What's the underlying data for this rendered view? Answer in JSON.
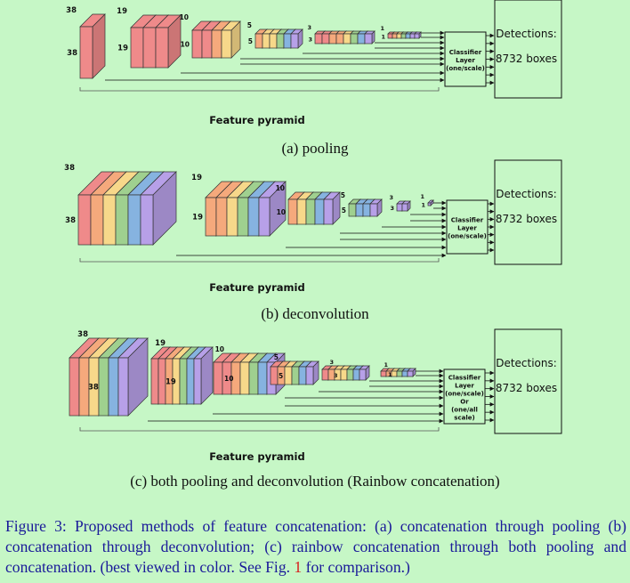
{
  "palette": [
    "#ef8a8a",
    "#f5a97c",
    "#f7d88a",
    "#9fd08f",
    "#86b3e0",
    "#b7a0e8"
  ],
  "common": {
    "classifier": [
      "Classifier",
      "Layer",
      "(one/scale)"
    ],
    "classifier_c": [
      "Classifier",
      "Layer",
      "(one/scale)",
      "Or",
      "(one/all",
      "scale)"
    ],
    "detections_title": "Detections:",
    "detections_count": "8732 boxes",
    "pyramid_label": "Feature pyramid"
  },
  "panels": [
    {
      "id": "a",
      "caption": "(a) pooling",
      "blocks": [
        {
          "top": "38",
          "side": "38"
        },
        {
          "top": "19",
          "side": "19"
        },
        {
          "top": "10",
          "side": "10"
        },
        {
          "top": "5",
          "side": "5"
        },
        {
          "top": "3",
          "side": "3"
        },
        {
          "top": "1",
          "side": "1"
        }
      ]
    },
    {
      "id": "b",
      "caption": "(b) deconvolution",
      "blocks": [
        {
          "top": "38",
          "side": "38"
        },
        {
          "top": "19",
          "side": "19"
        },
        {
          "top": "10",
          "side": "10"
        },
        {
          "top": "5",
          "side": "5"
        },
        {
          "top": "3",
          "side": "3"
        },
        {
          "top": "1",
          "side": "1"
        }
      ]
    },
    {
      "id": "c",
      "caption": "(c) both pooling and deconvolution (Rainbow concatenation)",
      "blocks": [
        {
          "top": "38",
          "side": "38"
        },
        {
          "top": "19",
          "side": "19"
        },
        {
          "top": "10",
          "side": "10"
        },
        {
          "top": "5",
          "side": "5"
        },
        {
          "top": "3",
          "side": "3"
        },
        {
          "top": "1",
          "side": "1"
        }
      ]
    }
  ],
  "figure_caption": {
    "text_before": "Figure 3: Proposed methods of feature concatenation: (a) concatenation through pooling (b) concatenation through deconvolution; (c) rainbow concatenation through both pooling and concatenation. (best viewed in color. See Fig. ",
    "ref": "1",
    "text_after": " for comparison.)"
  }
}
